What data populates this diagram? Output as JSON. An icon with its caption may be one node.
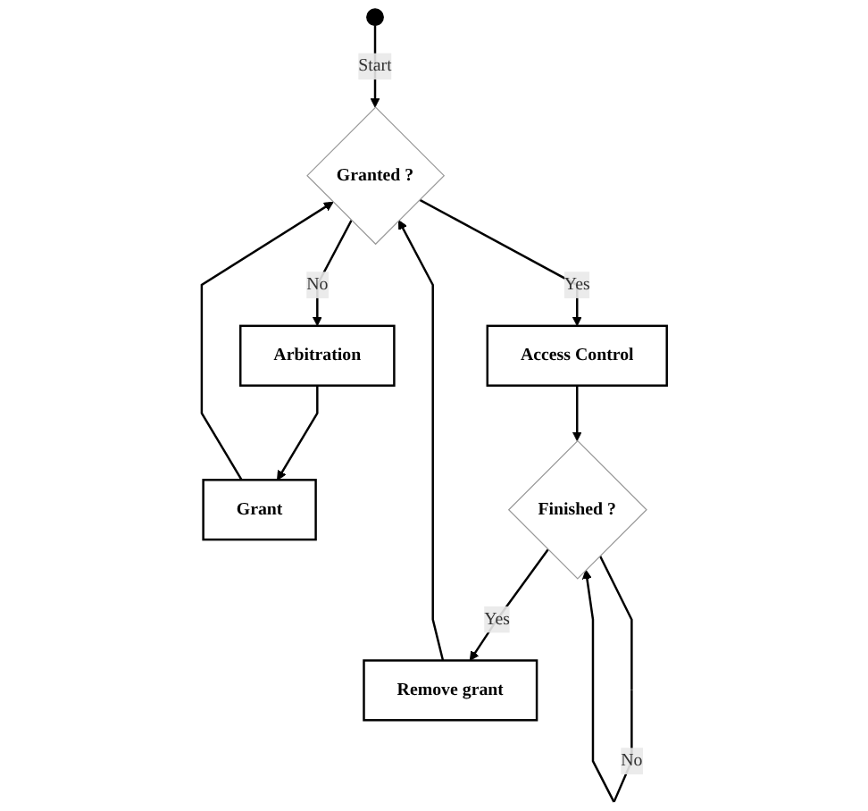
{
  "diagram": {
    "nodes": [
      {
        "text": [],
        "shape": "circle"
      },
      {
        "text": [
          "Granted ?"
        ]
      },
      {
        "text": [
          "Arbitration"
        ]
      },
      {
        "text": [
          "Access Control"
        ]
      },
      {
        "text": [
          "Grant"
        ]
      },
      {
        "text": [
          "Finished ?"
        ]
      },
      {
        "text": [
          "Remove grant"
        ]
      }
    ],
    "edges": [
      {
        "from": 0,
        "to": 1,
        "arrow": "to",
        "label": "Start"
      },
      {
        "from": 1,
        "to": 2,
        "arrow": "to",
        "label": "No"
      },
      {
        "from": 1,
        "to": 3,
        "arrow": "to",
        "label": "Yes"
      },
      {
        "from": 2,
        "to": 4,
        "arrow": "to"
      },
      {
        "from": 4,
        "to": 1,
        "arrow": "to"
      },
      {
        "from": 3,
        "to": 5,
        "arrow": "to"
      },
      {
        "from": 5,
        "to": 5,
        "arrow": "to",
        "label": "No"
      },
      {
        "from": 5,
        "to": 6,
        "arrow": "to",
        "label": "Yes"
      },
      {
        "from": 6,
        "to": 1,
        "arrow": "to"
      }
    ]
  }
}
